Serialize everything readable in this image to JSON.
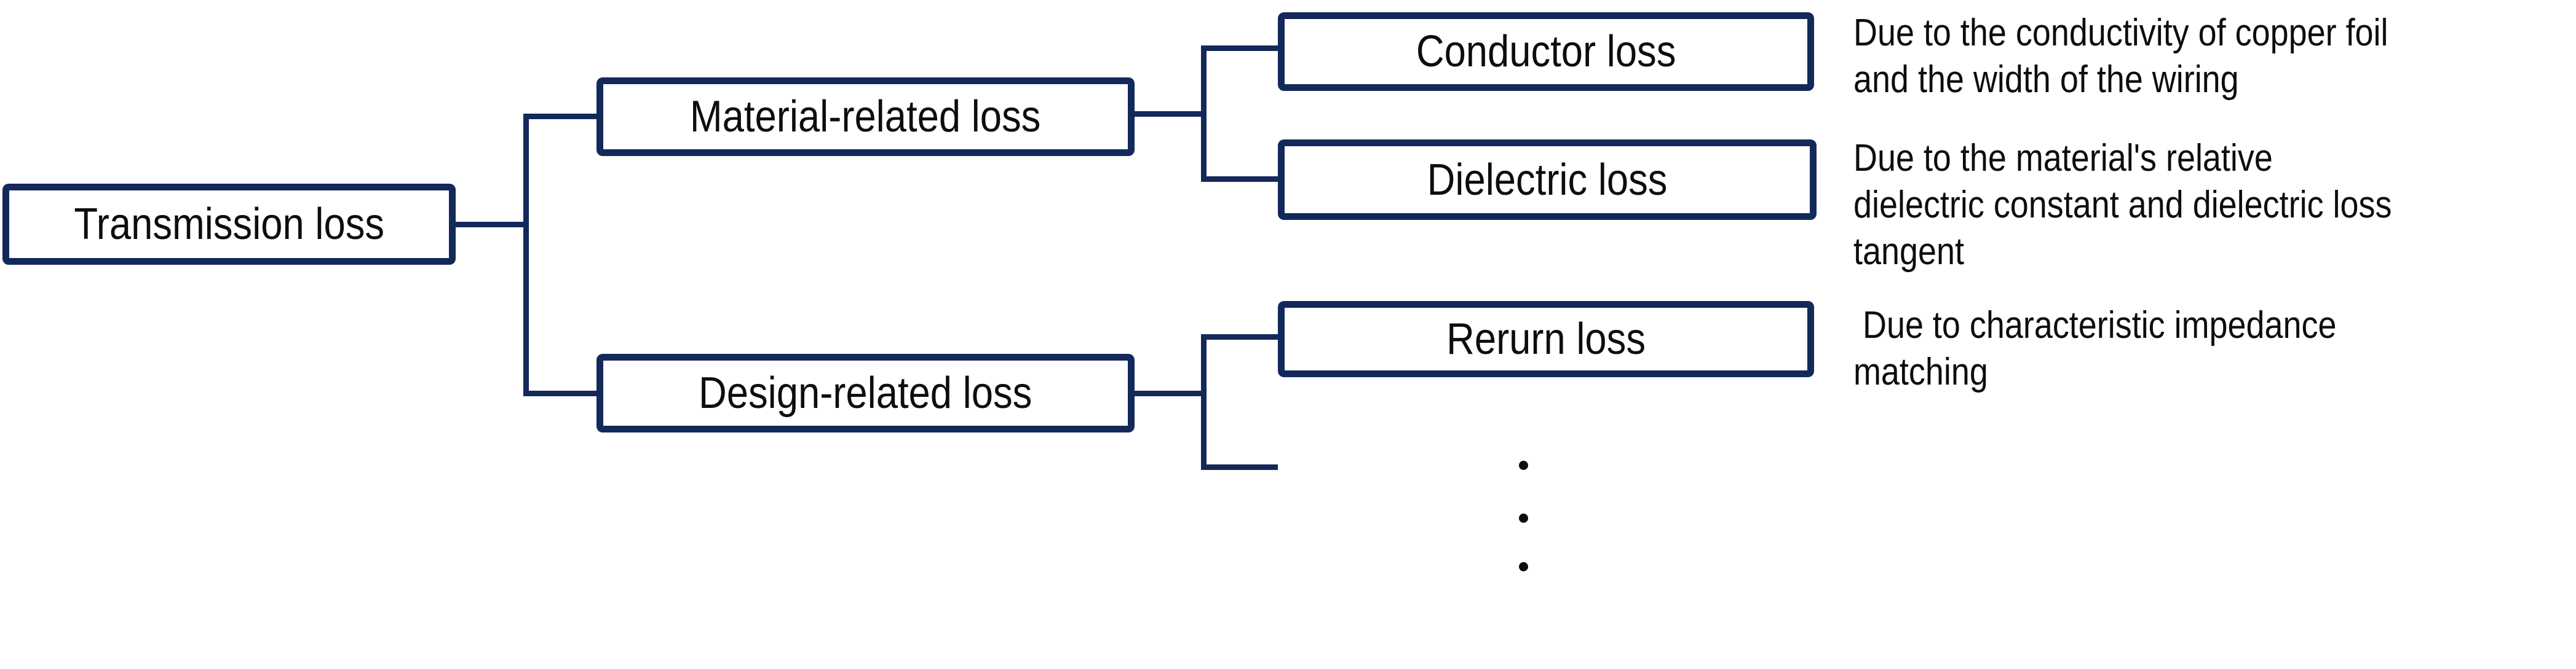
{
  "colors": {
    "line": "#13295A",
    "ink": "#0D0D0D",
    "bg": "#FFFFFF"
  },
  "boxes": {
    "transmission": {
      "label": "Transmission loss"
    },
    "material": {
      "label": "Material-related loss"
    },
    "design": {
      "label": "Design-related loss"
    },
    "conductor": {
      "label": "Conductor loss"
    },
    "dielectric": {
      "label": "Dielectric loss"
    },
    "rerurn": {
      "label": "Rerurn loss"
    }
  },
  "descriptions": {
    "conductor": "Due to the conductivity of copper foil\nand the width of the wiring",
    "dielectric": "Due to the material's relative\ndielectric constant and dielectric loss\ntangent",
    "rerurn": " Due to characteristic impedance\nmatching"
  }
}
